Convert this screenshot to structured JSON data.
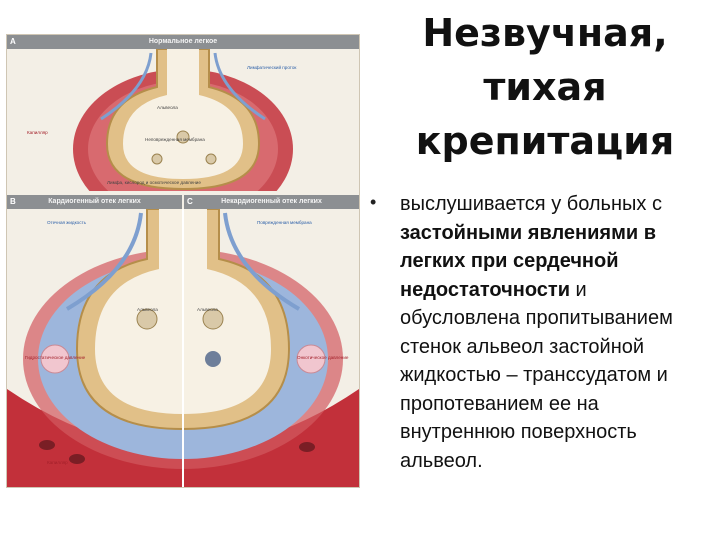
{
  "slide": {
    "title_lines": [
      "Незвучная,",
      "тихая",
      "крепитация"
    ],
    "bullet": {
      "part1": "выслушивается у больных с ",
      "bold": "застойными явлениями в легких при сердечной недостаточности",
      "part2": " и обусловлена пропитыванием стенок альвеол застойной жидкостью – транссудатом и пропотеванием ее на внутреннюю поверхность альвеол."
    }
  },
  "figure": {
    "panel_a": {
      "letter": "A",
      "header": "Нормальное легкое"
    },
    "panel_b": {
      "letter": "B",
      "header_left": "Кардиогенный отек легких",
      "header_right": "Некардиогенный отек легких",
      "letter_c": "C"
    },
    "labels_a": {
      "alveolus": "Альвеола",
      "intact_membrane": "Неповрежденная мембрана",
      "bottom_caption": "Лимфа, кислород и осмотическое давление",
      "lymph": "Лимфатический проток",
      "capillary": "Капилляр"
    },
    "labels_b": {
      "left_alveolus": "Альвеола",
      "right_alveolus": "Альвеола",
      "edema_fluid": "Отечная жидкость",
      "damaged_membrane": "Поврежденная мембрана",
      "hydrostatic": "Гидростатическое давление",
      "oncotic": "Онкотическое давление",
      "capillary": "Капилляр"
    }
  },
  "colors": {
    "tissue_outer": "#c2303a",
    "alveolar_wall": "#e1c088",
    "alveolus_space": "#f7f1e4",
    "fluid_blue": "#7e9fcf"
  }
}
